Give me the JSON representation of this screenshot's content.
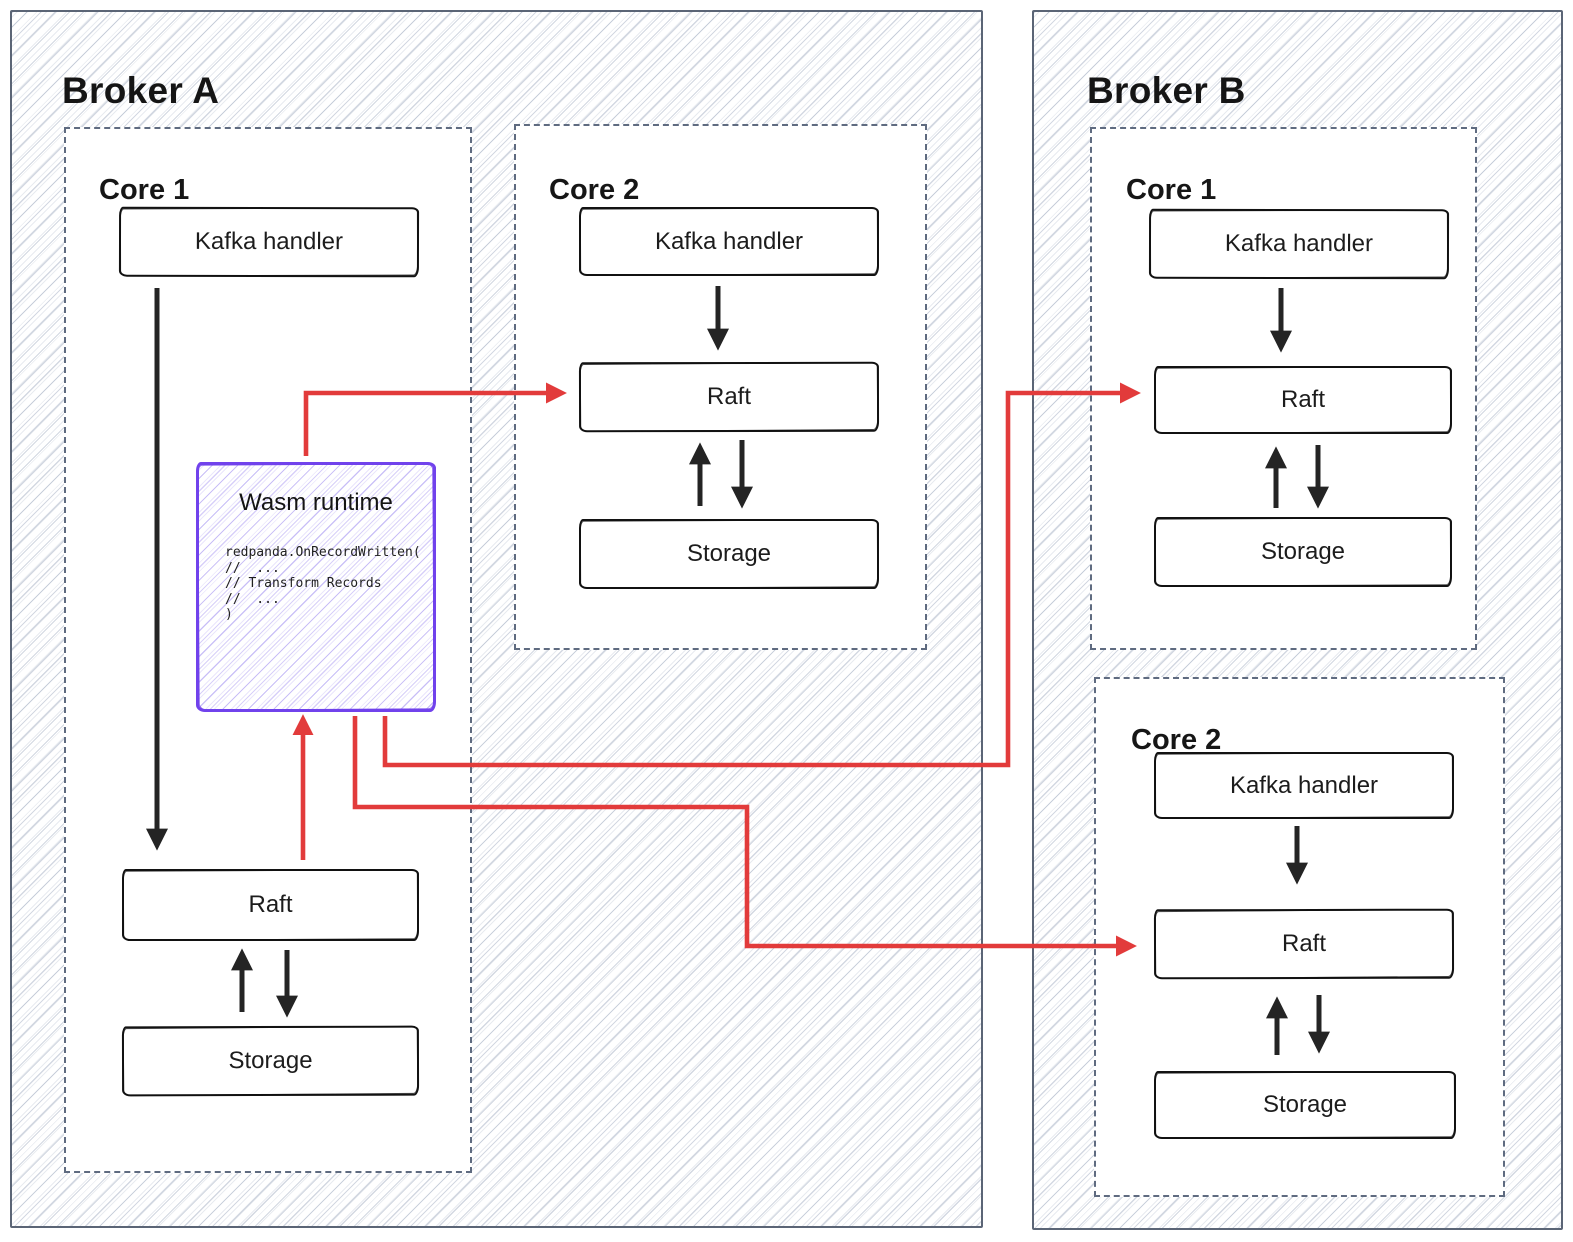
{
  "colors": {
    "red": "#e23b3b",
    "purple": "#7142ec",
    "frame": "#5b6576",
    "dashed": "#5f6b80",
    "ink": "#1a1a1a"
  },
  "broker_a": {
    "title": "Broker A",
    "core1": {
      "title": "Core 1",
      "kafka": "Kafka handler",
      "raft": "Raft",
      "storage": "Storage",
      "wasm": {
        "title": "Wasm runtime",
        "code": [
          "redpanda.OnRecordWritten(",
          "//  ...",
          "// Transform Records",
          "//  ...",
          ")"
        ]
      }
    },
    "core2": {
      "title": "Core 2",
      "kafka": "Kafka handler",
      "raft": "Raft",
      "storage": "Storage"
    }
  },
  "broker_b": {
    "title": "Broker B",
    "core1": {
      "title": "Core 1",
      "kafka": "Kafka handler",
      "raft": "Raft",
      "storage": "Storage"
    },
    "core2": {
      "title": "Core 2",
      "kafka": "Kafka handler",
      "raft": "Raft",
      "storage": "Storage"
    }
  }
}
